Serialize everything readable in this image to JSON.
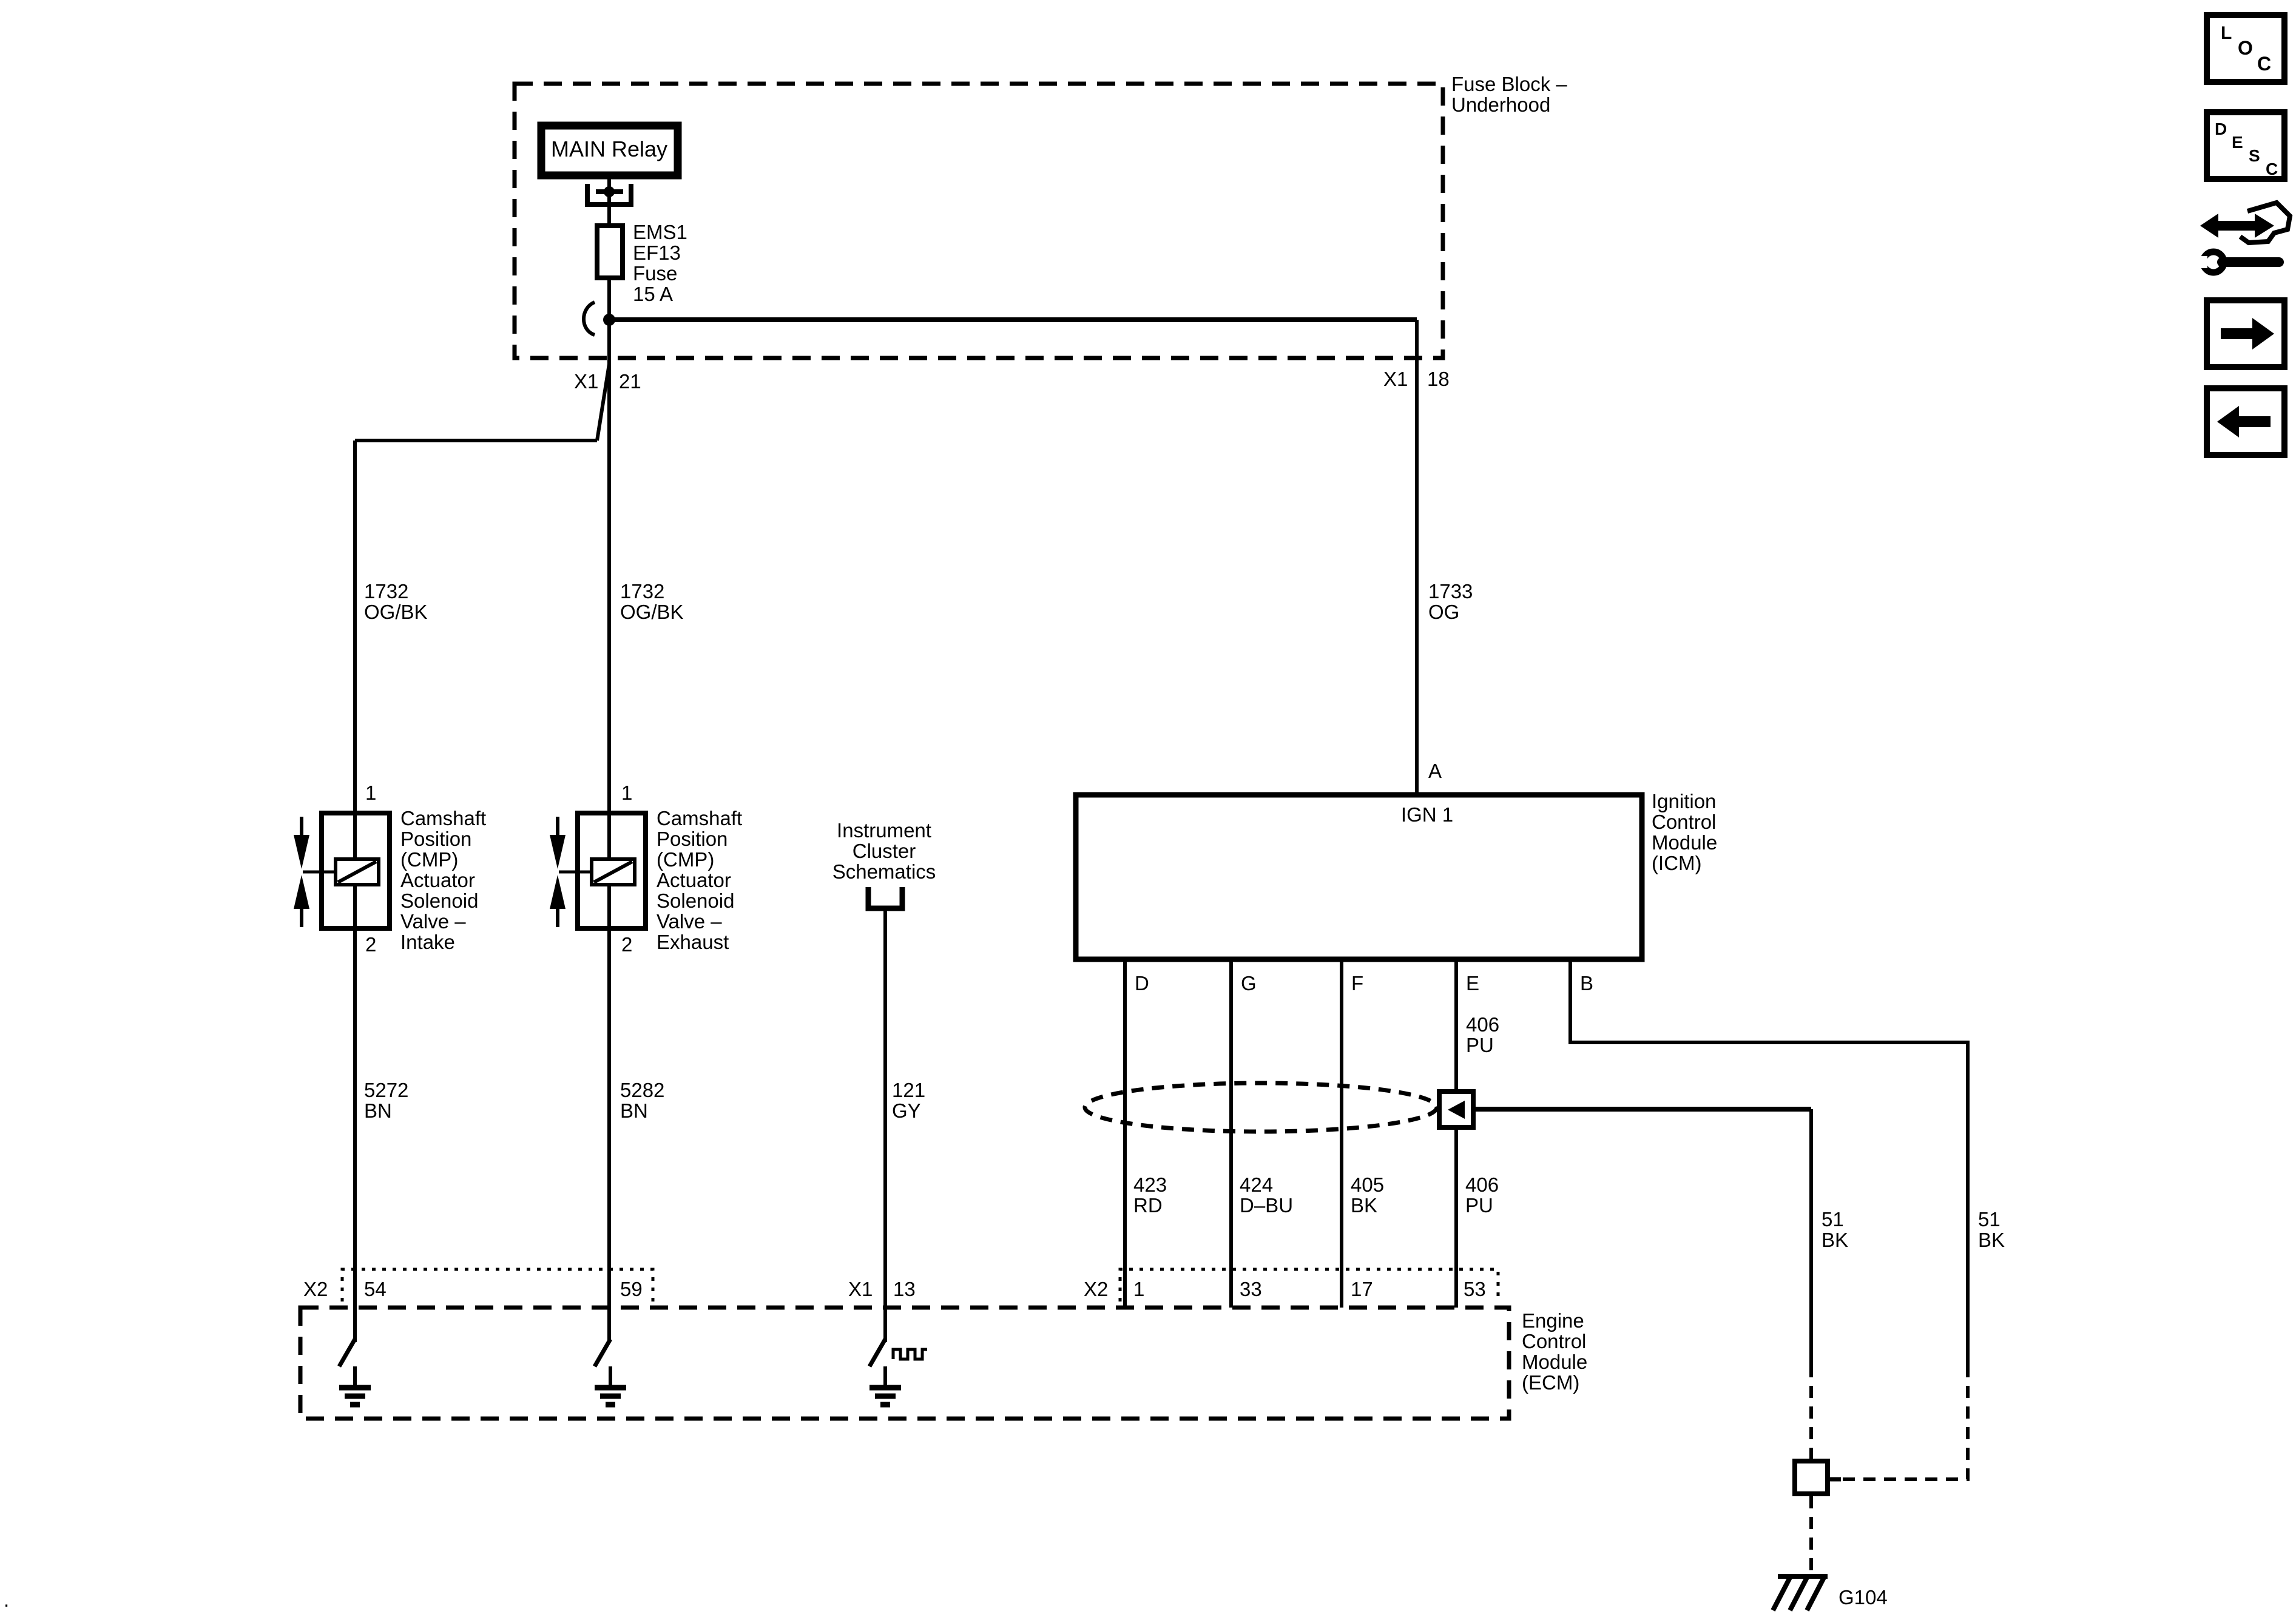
{
  "colors": {
    "ink": "#000000",
    "background": "#ffffff"
  },
  "fuse_block": {
    "title_line1": "Fuse Block –",
    "title_line2": "Underhood",
    "relay_label": "MAIN Relay",
    "fuse_lines": [
      "EMS1",
      "EF13",
      "Fuse",
      "15 A"
    ],
    "out_left": {
      "conn": "X1",
      "pin": "21"
    },
    "out_right": {
      "conn": "X1",
      "pin": "18"
    }
  },
  "wires": {
    "w1732_left": {
      "circuit": "1732",
      "color": "OG/BK"
    },
    "w1732_right": {
      "circuit": "1732",
      "color": "OG/BK"
    },
    "w1733": {
      "circuit": "1733",
      "color": "OG"
    },
    "w5272": {
      "circuit": "5272",
      "color": "BN"
    },
    "w5282": {
      "circuit": "5282",
      "color": "BN"
    },
    "w121": {
      "circuit": "121",
      "color": "GY"
    },
    "w423": {
      "circuit": "423",
      "color": "RD"
    },
    "w424": {
      "circuit": "424",
      "color": "D–BU"
    },
    "w405": {
      "circuit": "405",
      "color": "BK"
    },
    "w406_upper": {
      "circuit": "406",
      "color": "PU"
    },
    "w406_lower": {
      "circuit": "406",
      "color": "PU"
    },
    "w51_left": {
      "circuit": "51",
      "color": "BK"
    },
    "w51_right": {
      "circuit": "51",
      "color": "BK"
    }
  },
  "cmp_intake": {
    "pin_top": "1",
    "pin_bottom": "2",
    "label_lines": [
      "Camshaft",
      "Position",
      "(CMP)",
      "Actuator",
      "Solenoid",
      "Valve –",
      "Intake"
    ]
  },
  "cmp_exhaust": {
    "pin_top": "1",
    "pin_bottom": "2",
    "label_lines": [
      "Camshaft",
      "Position",
      "(CMP)",
      "Actuator",
      "Solenoid",
      "Valve –",
      "Exhaust"
    ]
  },
  "instrument_cluster": {
    "label_lines": [
      "Instrument",
      "Cluster",
      "Schematics"
    ]
  },
  "icm": {
    "title": "IGN 1",
    "pin_top": "A",
    "pins_bottom": [
      "D",
      "G",
      "F",
      "E",
      "B"
    ],
    "label_lines": [
      "Ignition",
      "Control",
      "Module",
      "(ICM)"
    ]
  },
  "ecm": {
    "label_lines": [
      "Engine",
      "Control",
      "Module",
      "(ECM)"
    ],
    "conn_left": {
      "conn": "X2",
      "pins": [
        "54",
        "59"
      ]
    },
    "conn_mid": {
      "conn": "X1",
      "pin": "13"
    },
    "conn_right": {
      "conn": "X2",
      "pins": [
        "1",
        "33",
        "17",
        "53"
      ]
    }
  },
  "ground": {
    "label": "G104"
  },
  "nav": {
    "loc": [
      "L",
      "O",
      "C"
    ],
    "desc": [
      "D",
      "E",
      "S",
      "C"
    ]
  },
  "misc": {
    "stray_dot": "."
  }
}
